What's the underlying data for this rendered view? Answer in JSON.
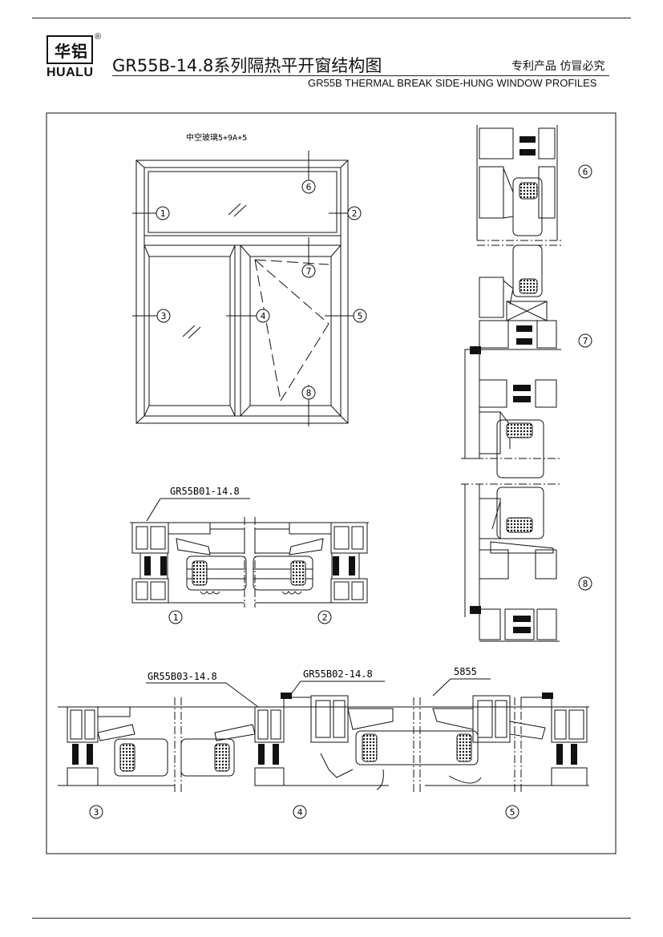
{
  "header": {
    "logo_cn": "华铝",
    "logo_en": "HUALU",
    "logo_reg": "®",
    "title": "GR55B-14.8系列隔热平开窗结构图",
    "subtitle": "GR55B THERMAL BREAK SIDE-HUNG WINDOW PROFILES",
    "patent_note": "专利产品 仿冒必究"
  },
  "elevation": {
    "glass_note": "中空玻璃5+9A+5",
    "callouts": [
      "1",
      "2",
      "3",
      "4",
      "5",
      "6",
      "7",
      "8"
    ]
  },
  "sections": {
    "top_profile_label": "GR55B01-14.8",
    "mullion_label": "GR55B03-14.8",
    "sash_label": "GR55B02-14.8",
    "extra_label": "5855",
    "section_numbers": [
      "1",
      "2",
      "3",
      "4",
      "5",
      "6",
      "7",
      "8"
    ]
  }
}
